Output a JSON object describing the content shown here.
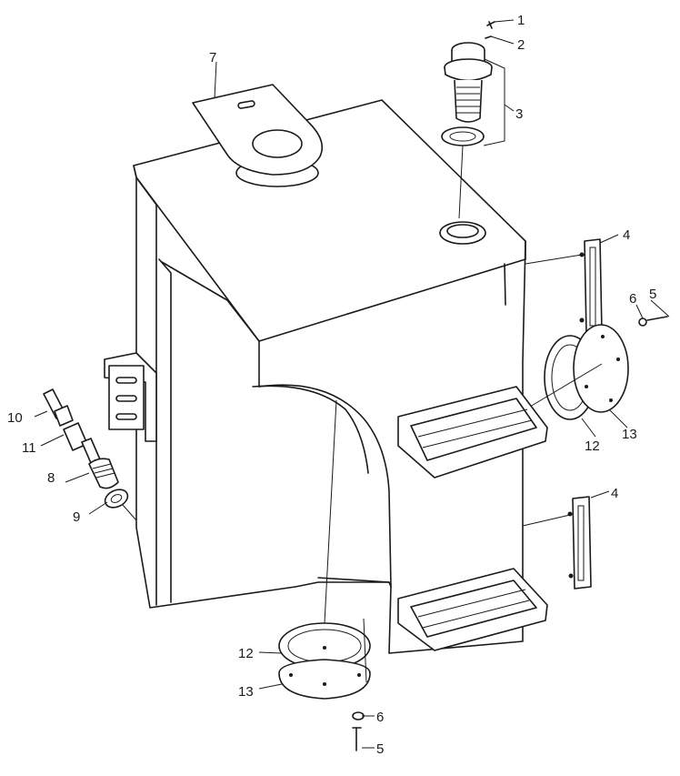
{
  "callouts": {
    "c1": "1",
    "c2": "2",
    "c3": "3",
    "c4a": "4",
    "c5a": "5",
    "c6a": "6",
    "c7": "7",
    "c8": "8",
    "c9": "9",
    "c10": "10",
    "c11": "11",
    "c12a": "12",
    "c13a": "13",
    "c4b": "4",
    "c12b": "12",
    "c13b": "13",
    "c6b": "6",
    "c5b": "5"
  }
}
